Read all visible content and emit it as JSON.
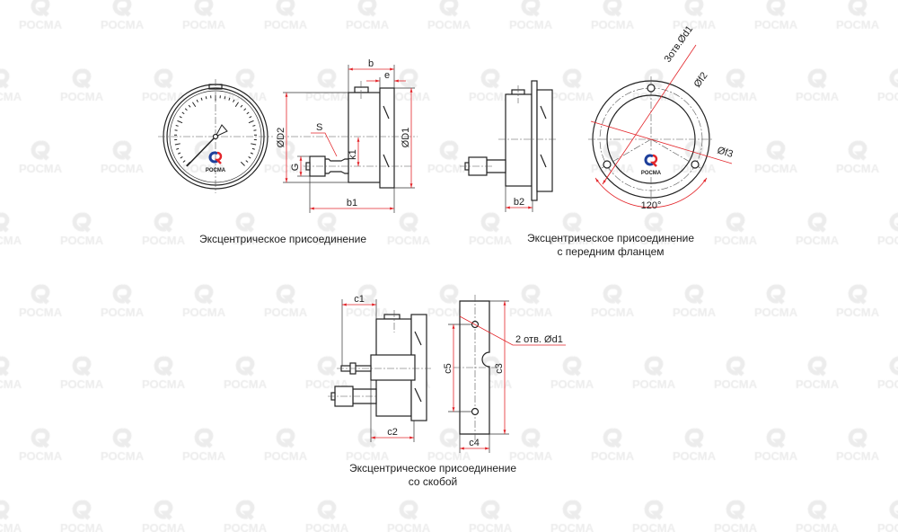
{
  "watermark": "РОСМА",
  "colors": {
    "dimension": "#e3262b",
    "logo_red": "#e3262b",
    "logo_blue": "#1d3f9a",
    "watermark": "#ececec"
  },
  "dial": {
    "logo_text": "РОСМА"
  },
  "flange_view": {
    "logo_text": "РОСМА"
  },
  "view1": {
    "labels": {
      "b": "b",
      "e": "e",
      "D2": "ØD2",
      "D1": "ØD1",
      "S": "S",
      "k1": "k1",
      "G": "G",
      "b1": "b1"
    },
    "caption": "Эксцентрическое присоединение"
  },
  "view2": {
    "labels": {
      "b2": "b2",
      "d1": "3отв.Ød1",
      "f2": "Øf2",
      "f3": "Øf3",
      "angle": "120°"
    },
    "caption_line1": "Эксцентрическое присоединение",
    "caption_line2": "с передним фланцем"
  },
  "view3": {
    "labels": {
      "c1": "c1",
      "c2": "c2",
      "c3": "c3",
      "c4": "c4",
      "c5": "c5",
      "holes": "2 отв. Ød1"
    },
    "caption_line1": "Эксцентрическое присоединение",
    "caption_line2": "со скобой"
  }
}
